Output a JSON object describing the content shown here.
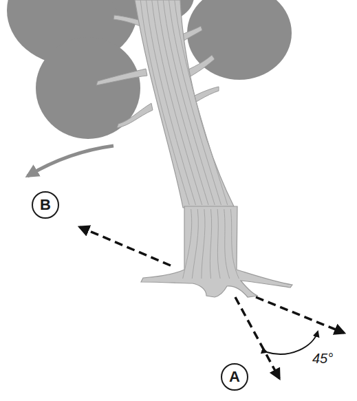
{
  "diagram": {
    "nodes": [
      {
        "text": [
          "B"
        ]
      },
      {
        "text": [
          "A"
        ]
      }
    ],
    "labels": [
      "45°"
    ]
  }
}
